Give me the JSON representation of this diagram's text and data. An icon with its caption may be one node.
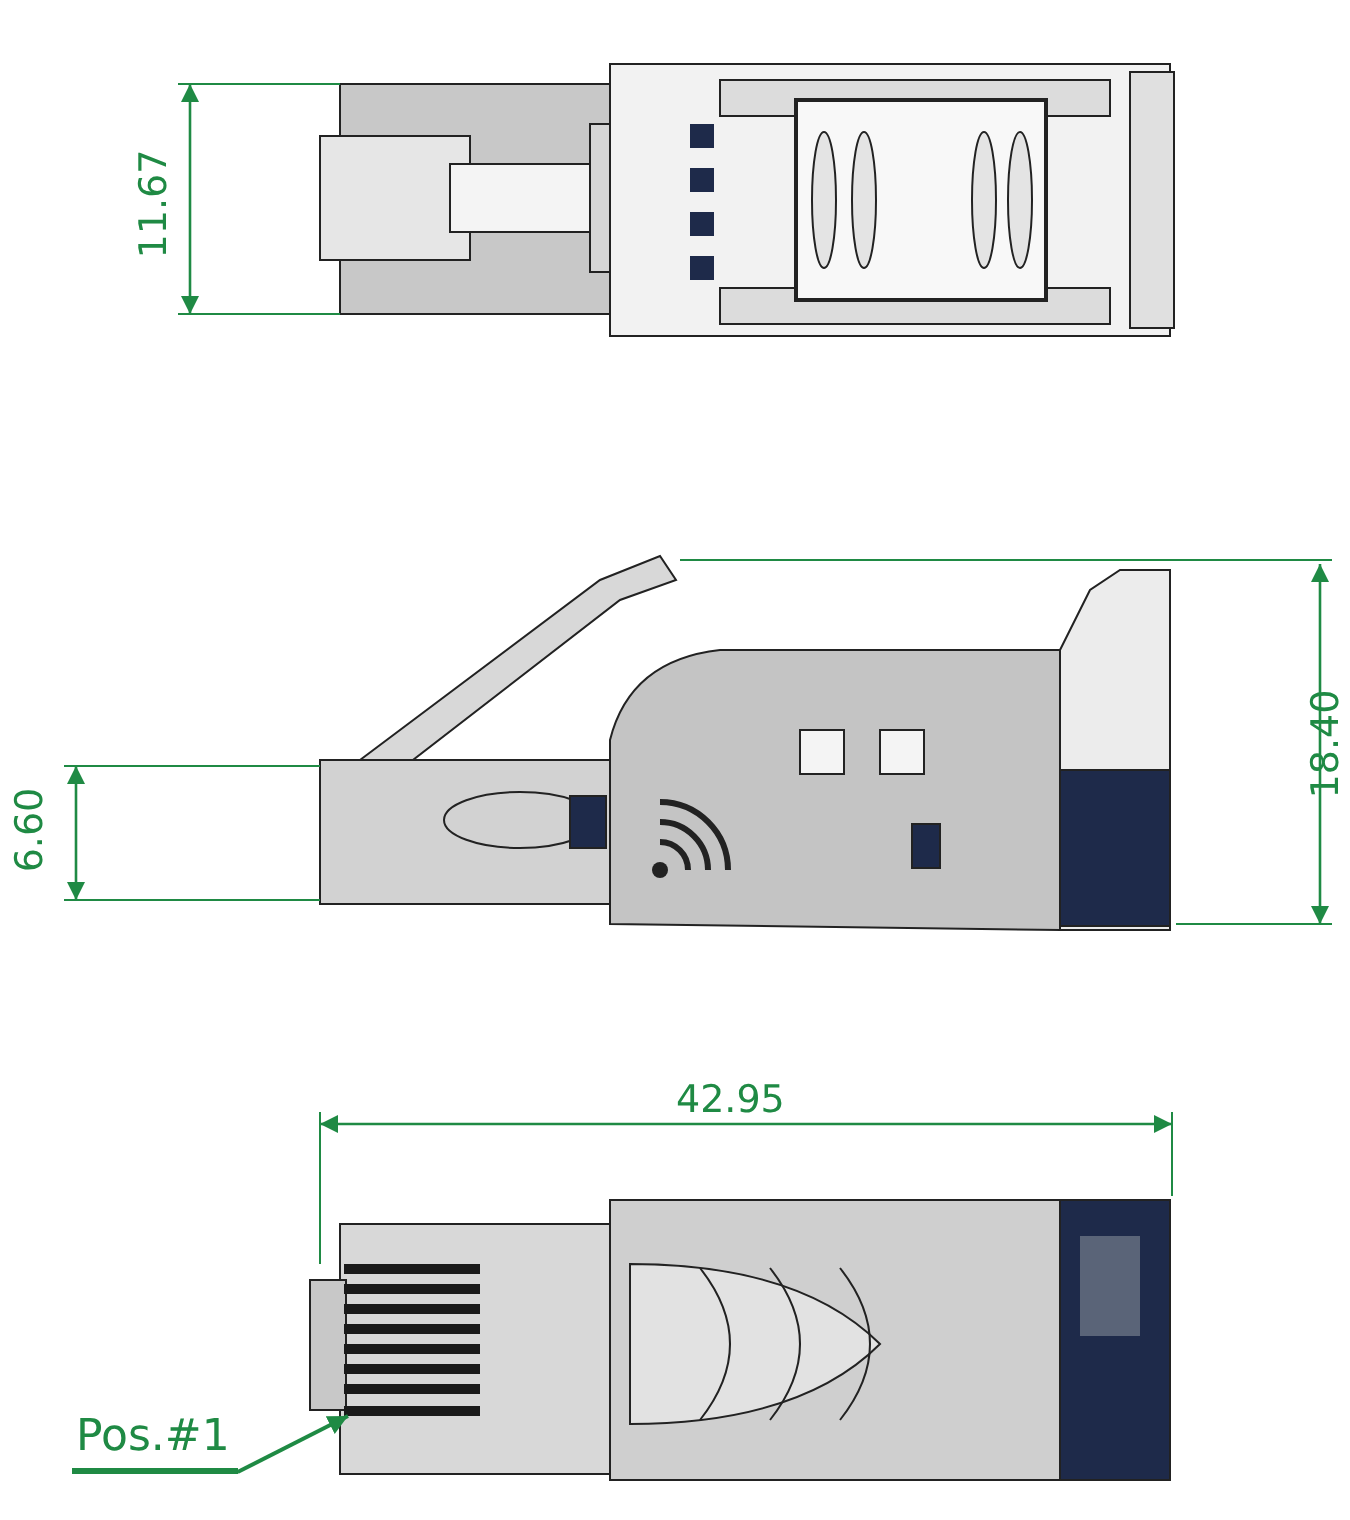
{
  "diagram": {
    "nodes": [
      {
        "text": [
          "Pos.#1"
        ]
      },
      {
        "text": [],
        "shape": "bar"
      }
    ],
    "edges": [
      {
        "from": 0,
        "to": 1,
        "arrow": "to"
      }
    ],
    "labels": [
      "11.67",
      "6.60",
      "18.40",
      "42.95"
    ]
  }
}
